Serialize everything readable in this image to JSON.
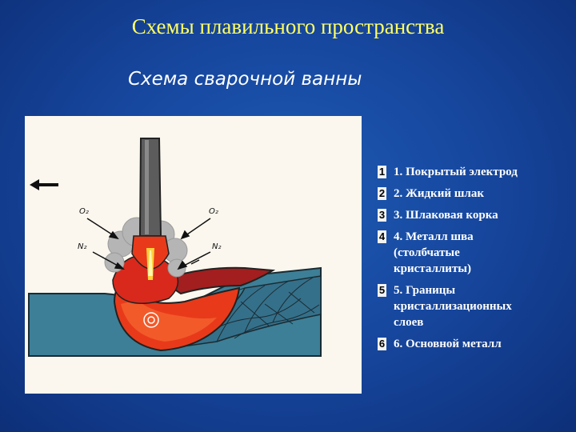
{
  "slide": {
    "title": "Схемы плавильного пространства",
    "subtitle": "Схема сварочной ванны"
  },
  "diagram": {
    "labels": {
      "o2_left": "O₂",
      "o2_right": "O₂",
      "n2_left": "N₂",
      "n2_right": "N₂"
    },
    "colors": {
      "base_metal": "#3d7f96",
      "molten_pool": "#e83a1a",
      "slag_crust": "#a31e1e",
      "electrode": "#5c5c5c",
      "smoke": "#b5b5b5"
    }
  },
  "legend": {
    "items": [
      {
        "marker": "1",
        "text": "1. Покрытый электрод"
      },
      {
        "marker": "2",
        "text": "2. Жидкий шлак"
      },
      {
        "marker": "3",
        "text": "3. Шлаковая корка"
      },
      {
        "marker": "4",
        "text": "4. Металл шва\n(столбчатые\nкристаллиты)"
      },
      {
        "marker": "5",
        "text": "5. Границы\nкристаллизационных\nслоев"
      },
      {
        "marker": "6",
        "text": "6. Основной металл"
      }
    ]
  }
}
